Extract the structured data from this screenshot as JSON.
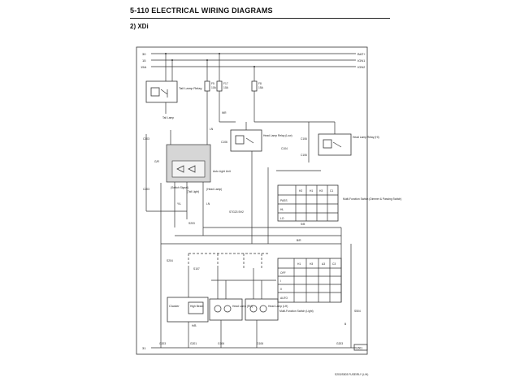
{
  "header": {
    "page_heading": "5-110  ELECTRICAL WIRING DIAGRAMS",
    "section_title": "2)  XDi"
  },
  "buses": [
    {
      "left": "30",
      "right": "BAT+"
    },
    {
      "left": "15",
      "right": "IGN1"
    },
    {
      "left": "15A",
      "right": "IGN2"
    }
  ],
  "fuses": [
    {
      "name": "F5",
      "rating": "10A"
    },
    {
      "name": "F17",
      "rating": "10A"
    },
    {
      "name": "F8",
      "rating": "15A"
    }
  ],
  "components": {
    "tail_lamp_relay": "Tail Lamp Relay",
    "tail_lamp": "Tail Lamp",
    "head_lamp_relay_low": "Head Lamp Relay (Low)",
    "head_lamp_relay_hi": "Head Lamp Relay (Hi)",
    "auto_light_unit": "Auto Light Unit",
    "switch_signal": "(Switch Signal)",
    "tail_light": "(Tail Light)",
    "head_lamp_out": "(Head Lamp)",
    "multifunction_dimmer": "Multi-Function Switch (Dimmer & Passing Switch)",
    "multifunction_light": "Multi-Function Switch (Light)",
    "cluster": "Cluster",
    "high_beam": "High Beam",
    "head_lamp_rh": "Head Lamp (RH)",
    "head_lamp_lh": "Head Lamp (LH)"
  },
  "dimmer_table": {
    "headers": [
      "",
      "H2",
      "H1",
      "H3",
      "C1"
    ],
    "rows": [
      "PASS",
      "HL",
      "LO"
    ]
  },
  "light_table": {
    "headers": [
      "",
      "H1",
      "H3",
      "A3",
      "C3"
    ],
    "rows": [
      "OFF",
      "I",
      "II",
      "AUTO"
    ]
  },
  "labels": {
    "connector_1": "C103",
    "connector_2": "C203",
    "connector_3": "C106",
    "connector_4": "C104",
    "connector_5": "C106",
    "connector_6": "C106",
    "splice_1": "S203",
    "splice_2": "S204",
    "splice_3": "S107",
    "splice_4": "S504",
    "ground_1": "G203",
    "ground_2": "G201",
    "ground_3": "G106",
    "ground_4": "G106",
    "ground_5": "G203",
    "ground_label": "G501",
    "wire_ln": "LN",
    "wire_wr": "WR",
    "wire_br": "B/R",
    "wire_gr": "G/R",
    "wire_yl": "Y/L",
    "wire_sb": "S/B",
    "wire_b": "B",
    "ref_stg": "STG23  SH2",
    "hb": "H/B",
    "footer_code": "31",
    "corner_mark": "S203/S503 FUSE/RLY (L/H)"
  }
}
